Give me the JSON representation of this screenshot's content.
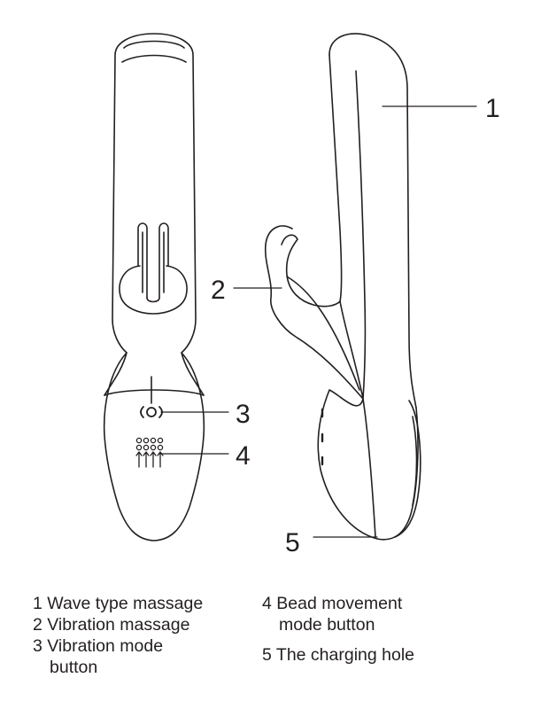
{
  "callouts": [
    {
      "number": "1",
      "part": "wave-type-massage"
    },
    {
      "number": "2",
      "part": "vibration-massage"
    },
    {
      "number": "3",
      "part": "vibration-mode-button"
    },
    {
      "number": "4",
      "part": "bead-movement-mode-button"
    },
    {
      "number": "5",
      "part": "charging-hole"
    }
  ],
  "legend": {
    "item1": "1 Wave type massage",
    "item2": "2 Vibration massage",
    "item3_line1": "3 Vibration mode",
    "item3_line2": "button",
    "item4_line1": "4 Bead movement",
    "item4_line2": "mode button",
    "item5": "5 The charging hole"
  },
  "colors": {
    "stroke": "#231f20",
    "background": "#ffffff"
  }
}
